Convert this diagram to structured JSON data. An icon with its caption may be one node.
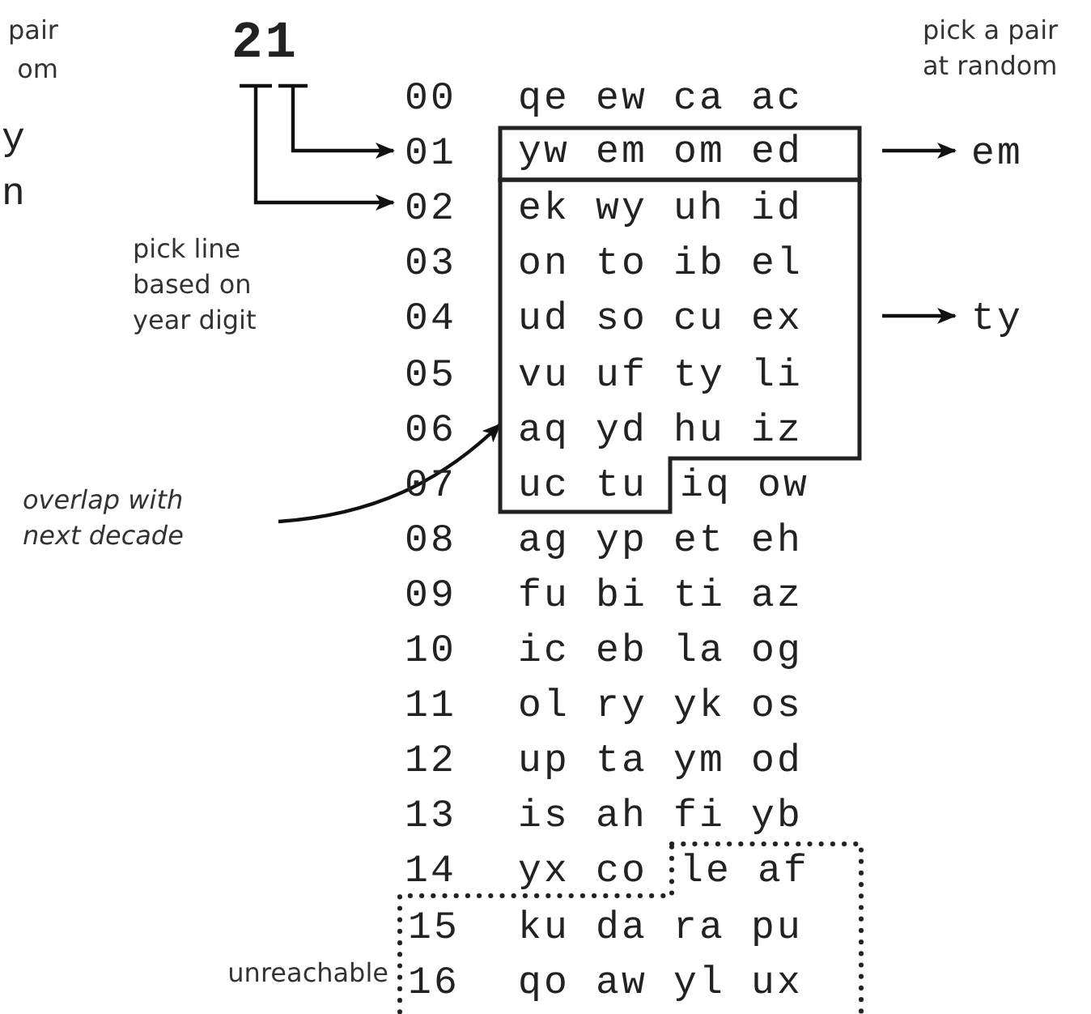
{
  "diagram": {
    "nodes": [
      {
        "text": [
          "21"
        ]
      },
      {
        "text": [
          "01"
        ]
      },
      {
        "text": [
          "02"
        ]
      },
      {
        "text": [
          "yw em om ed"
        ]
      },
      {
        "text": [
          "ek wy uh id",
          "on to ib el",
          "ud so cu ex",
          "vu uf ty li",
          "aq yd hu iz",
          "uc tu"
        ]
      },
      {
        "text": [
          "overlap with next decade"
        ]
      },
      {
        "text": [
          "em"
        ]
      },
      {
        "text": [
          "ty"
        ]
      },
      {
        "text": [
          "le af",
          "15",
          "ku da ra pu",
          "16",
          "qo aw yl ux"
        ],
        "beside": [
          "unreachable"
        ]
      }
    ],
    "edges": [
      {
        "from": 0,
        "to": 1,
        "arrow": "to"
      },
      {
        "from": 0,
        "to": 2,
        "arrow": "to"
      },
      {
        "from": 3,
        "to": 6,
        "arrow": "to"
      },
      {
        "from": 4,
        "to": 7,
        "arrow": "to"
      },
      {
        "from": 5,
        "to": 4,
        "arrow": "to"
      }
    ],
    "labels": [
      "pair",
      "om",
      "y",
      "n",
      "00",
      "qe ew ca ac",
      "pick a pair at random",
      "pick line based on year digit",
      "03",
      "04",
      "05",
      "06",
      "07",
      "iq ow",
      "08",
      "ag yp et eh",
      "09",
      "fu bi ti az",
      "10",
      "ic eb la og",
      "11",
      "ol ry yk os",
      "12",
      "up ta ym od",
      "13",
      "is ah fi yb",
      "14",
      "yx co"
    ]
  }
}
